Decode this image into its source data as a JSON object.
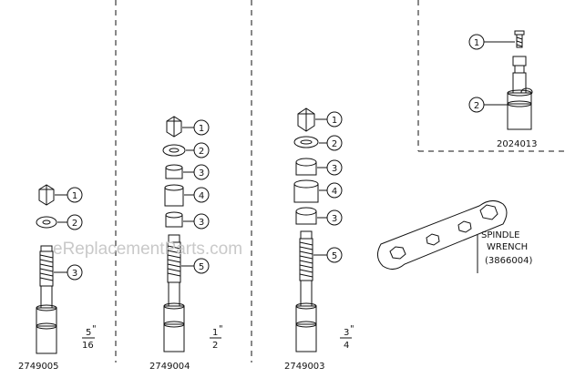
{
  "watermark": "eReplacementParts.com",
  "assemblies": [
    {
      "part_number": "2749005",
      "size_num": "5",
      "size_den": "16",
      "size_mark": "\"",
      "callouts": [
        "1",
        "2",
        "3"
      ]
    },
    {
      "part_number": "2749004",
      "size_num": "1",
      "size_den": "2",
      "size_mark": "\"",
      "callouts": [
        "1",
        "2",
        "3",
        "4",
        "3",
        "5"
      ]
    },
    {
      "part_number": "2749003",
      "size_num": "3",
      "size_den": "4",
      "size_mark": "\"",
      "callouts": [
        "1",
        "2",
        "3",
        "4",
        "3",
        "5"
      ]
    },
    {
      "part_number": "2024013",
      "callouts": [
        "1",
        "2"
      ]
    }
  ],
  "wrench": {
    "label_line1": "SPINDLE",
    "label_line2": "WRENCH",
    "label_line3": "(3866004)"
  }
}
